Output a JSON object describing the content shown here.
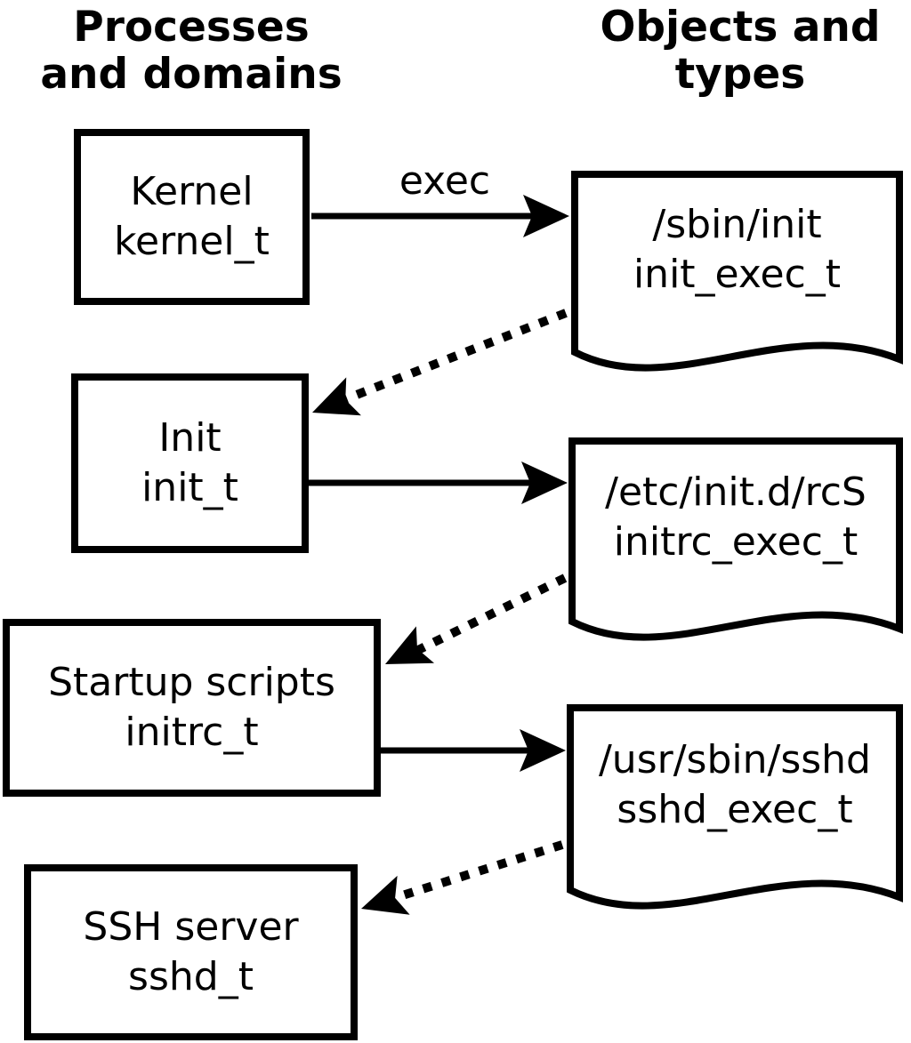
{
  "page": {
    "background_color": "#ffffff",
    "foreground_color": "#000000"
  },
  "headers": {
    "left": {
      "line1": "Processes",
      "line2": "and domains"
    },
    "right": {
      "line1": "Objects and",
      "line2": "types"
    }
  },
  "edge_label": "exec",
  "processes": [
    {
      "name": "Kernel",
      "type": "kernel_t"
    },
    {
      "name": "Init",
      "type": "init_t"
    },
    {
      "name": "Startup scripts",
      "type": "initrc_t"
    },
    {
      "name": "SSH server",
      "type": "sshd_t"
    }
  ],
  "objects": [
    {
      "path": "/sbin/init",
      "type": "init_exec_t"
    },
    {
      "path": "/etc/init.d/rcS",
      "type": "initrc_exec_t"
    },
    {
      "path": "/usr/sbin/sshd",
      "type": "sshd_exec_t"
    }
  ]
}
